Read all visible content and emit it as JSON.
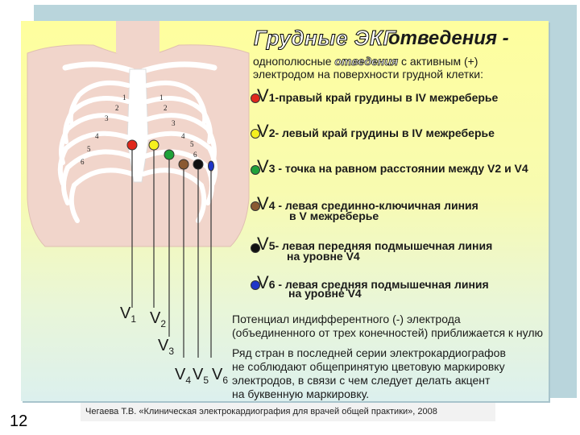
{
  "title": {
    "main": "Грудные ЭКГ",
    "rest": "отведения -"
  },
  "subtitle": {
    "line1_pre": "однополюсные ",
    "line1_hl": "отведения",
    "line1_post": " с активным (+)",
    "line2": "электродом на поверхности грудной клетки:"
  },
  "leads": [
    {
      "v": "V",
      "n": "1",
      "text": "-правый край грудины в IV межреберье",
      "color": "#e0281c"
    },
    {
      "v": "V",
      "n": "2",
      "text": "- левый край грудины в IV  межреберье",
      "color": "#f5f01e"
    },
    {
      "v": "V",
      "n": "3",
      "text": " - точка на равном  расстоянии между V2  и  V4",
      "color": "#1fa23a"
    },
    {
      "v": "V",
      "n": "4",
      "text": " - левая срединно-ключичная линия",
      "text2": "в V межреберье",
      "color": "#8a5a32"
    },
    {
      "v": "V",
      "n": "5",
      "text": "- левая передняя подмышечная линия",
      "text2": "на уровне V4",
      "color": "#111111"
    },
    {
      "v": "V",
      "n": "6",
      "text": " - левая средняя подмышечная линия",
      "text2": "на уровне V4",
      "color": "#2036c8"
    }
  ],
  "note1": {
    "line1": "Потенциал индифферентного (-) электрода",
    "line2": "(объединенного от трех конечностей) приближается к нулю"
  },
  "note2": {
    "line1": "Ряд стран в последней серии электрокардиографов",
    "line2": "не соблюдают общепринятую цветовую маркировку",
    "line3": "электродов, в связи с чем следует делать акцент",
    "line4": "на буквенную маркировку."
  },
  "figure_labels": {
    "v1": "V",
    "v1n": "1",
    "v2": "V",
    "v2n": "2",
    "v3": "V",
    "v3n": "3",
    "v4": "V",
    "v4n": "4",
    "v5": "V",
    "v5n": "5",
    "v6": "V",
    "v6n": "6",
    "rib_right": [
      "1",
      "2",
      "3",
      "4",
      "5",
      "6"
    ],
    "rib_left": [
      "1",
      "2",
      "3",
      "4",
      "5",
      "6"
    ]
  },
  "citation": "Чегаева Т.В. «Клиническая электрокардиография для врачей общей практики», 2008",
  "page_number": "12"
}
